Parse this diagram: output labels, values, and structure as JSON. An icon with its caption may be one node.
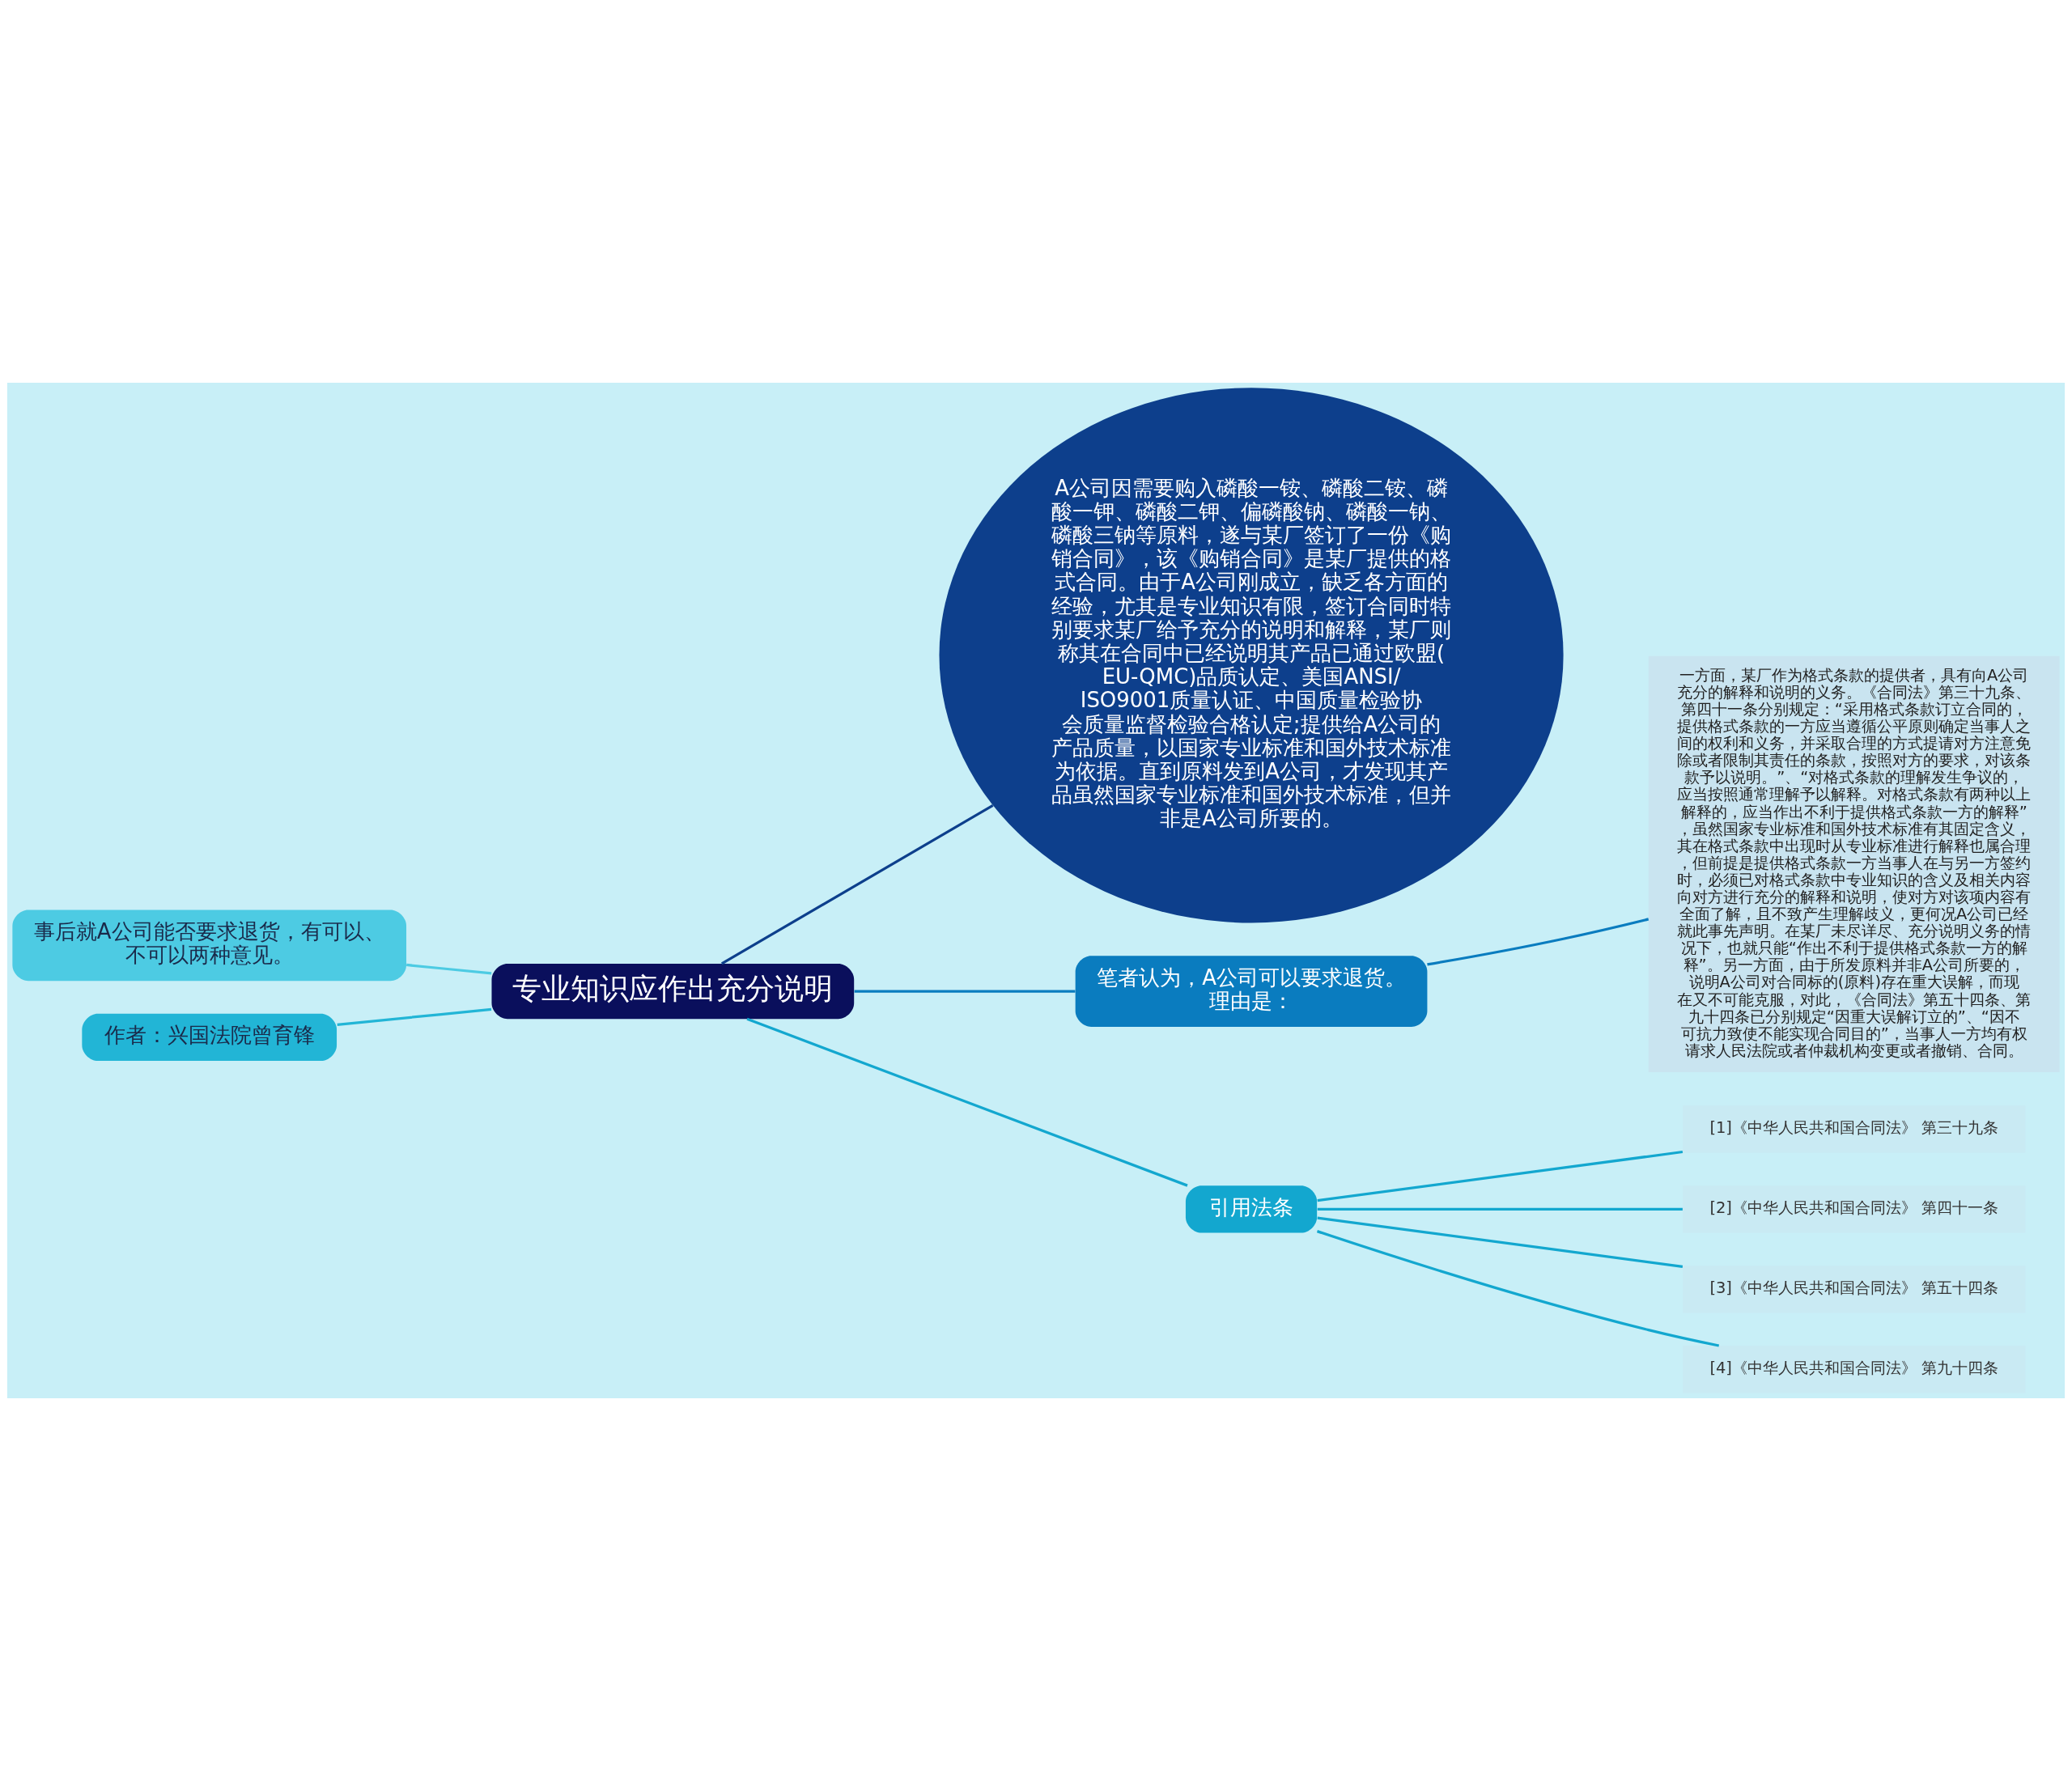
{
  "diagram": {
    "nodes": [
      {
        "text": [
          "专业知识应作出充分说明"
        ]
      },
      {
        "text": [
          "A公司因需要购入磷酸一铵、磷酸二铵、磷酸一钾、磷酸二钾、偏磷酸钠、磷酸一钠、磷酸三钠等原料，遂与某厂签订了一份《购销合同》，该《购销合同》是某厂提供的格式合同。由于A公司刚成立，缺乏各方面的经验，尤其是专业知识有限，签订合同时特别要求某厂给予充分的说明和解释，某厂则称其在合同中已经说明其产品已通过欧盟(EU-QMC)品质认定、美国ANSI/ISO9001质量认证、中国质量检验协会质量监督检验合格认定;提供给A公司的产品质量，以国家专业标准和国外技术标准为依据。直到原料发到A公司，才发现其产品虽然国家专业标准和国外技术标准，但并非是A公司所要的。"
        ]
      },
      {
        "text": [
          "事后就A公司能否要求退货，有可以、不可以两种意见。"
        ]
      },
      {
        "text": [
          "作者：兴国法院曾育锋"
        ]
      },
      {
        "text": [
          "笔者认为，A公司可以要求退货。理由是："
        ]
      },
      {
        "text": [
          "一方面，某厂作为格式条款的提供者，具有向A公司充分的解释和说明的义务。《合同法》第三十九条、第四十一条分别规定：“采用格式条款订立合同的，提供格式条款的一方应当遵循公平原则确定当事人之间的权利和义务，并采取合理的方式提请对方注意免除或者限制其责任的条款，按照对方的要求，对该条款予以说明。”、“对格式条款的理解发生争议的，应当按照通常理解予以解释。对格式条款有两种以上解释的，应当作出不利于提供格式条款一方的解释”，虽然国家专业标准和国外技术标准有其固定含义，其在格式条款中出现时从专业标准进行解释也属合理，但前提是提供格式条款一方当事人在与另一方签约时，必须已对格式条款中专业知识的含义及相关内容向对方进行充分的解释和说明，使对方对该项内容有全面了解，且不致产生理解歧义，更何况A公司已经就此事先声明。在某厂未尽详尽、充分说明义务的情况下，也就只能“作出不利于提供格式条款一方的解释”。另一方面，由于所发原料并非A公司所要的，说明A公司对合同标的(原料)存在重大误解，而现在又不可能克服，对此，《合同法》第五十四条、第九十四条已分别规定“因重大误解订立的”、“因不可抗力致使不能实现合同目的”，当事人一方均有权请求人民法院或者仲裁机构变更或者撤销、合同。"
        ]
      },
      {
        "text": [
          "引用法条"
        ]
      },
      {
        "text": [
          "[1]《中华人民共和国合同法》 第三十九条"
        ]
      },
      {
        "text": [
          "[2]《中华人民共和国合同法》 第四十一条"
        ]
      },
      {
        "text": [
          "[3]《中华人民共和国合同法》 第五十四条"
        ]
      },
      {
        "text": [
          "[4]《中华人民共和国合同法》 第九十四条"
        ]
      }
    ],
    "edges": [
      {
        "from": 0,
        "to": 1,
        "arrow": "none",
        "color": "#0d3f8c"
      },
      {
        "from": 0,
        "to": 2,
        "arrow": "none",
        "color": "#4dcbe3"
      },
      {
        "from": 0,
        "to": 3,
        "arrow": "none",
        "color": "#22b5d6"
      },
      {
        "from": 0,
        "to": 4,
        "arrow": "none",
        "color": "#0a7cbf"
      },
      {
        "from": 4,
        "to": 5,
        "arrow": "none",
        "color": "#0a7cbf"
      },
      {
        "from": 0,
        "to": 6,
        "arrow": "none"
      },
      {
        "from": 6,
        "to": 7,
        "arrow": "none"
      },
      {
        "from": 6,
        "to": 8,
        "arrow": "none"
      },
      {
        "from": 6,
        "to": 9,
        "arrow": "none"
      },
      {
        "from": 6,
        "to": 10,
        "arrow": "none"
      }
    ]
  }
}
